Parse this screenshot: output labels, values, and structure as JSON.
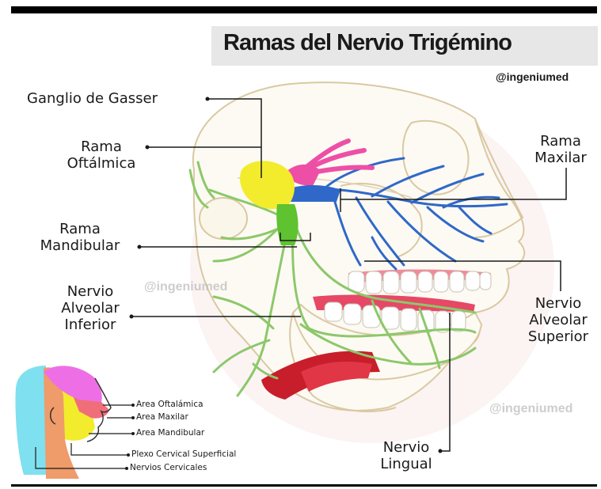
{
  "title": "Ramas del Nervio Trigémino",
  "handle": "@ingeniumed",
  "watermarks": [
    "@ingeniumed",
    "@ingeniumed"
  ],
  "labels": {
    "ganglio": "Ganglio de Gasser",
    "rama_oftalmica_1": "Rama",
    "rama_oftalmica_2": "Oftálmica",
    "rama_maxilar_1": "Rama",
    "rama_maxilar_2": "Maxilar",
    "rama_mandibular_1": "Rama",
    "rama_mandibular_2": "Mandibular",
    "nervio_alveolar_inf_1": "Nervio",
    "nervio_alveolar_inf_2": "Alveolar",
    "nervio_alveolar_inf_3": "Inferior",
    "nervio_alveolar_sup_1": "Nervio",
    "nervio_alveolar_sup_2": "Alveolar",
    "nervio_alveolar_sup_3": "Superior",
    "nervio_lingual_1": "Nervio",
    "nervio_lingual_2": "Lingual"
  },
  "legend": {
    "area_oftalmica": "Area Oftalámica",
    "area_maxilar": "Area Maxilar",
    "area_mandibular": "Area Mandibular",
    "plexo": "Plexo Cervical Superficial",
    "nervios": "Nervios Cervicales"
  },
  "colors": {
    "ophthalmic": "#ee4fa6",
    "maxillary": "#2f68c9",
    "mandibular": "#5fc231",
    "ganglion": "#f2ec2c",
    "nerve_green": "#8cc86a",
    "bone_outline": "#d9c9a2",
    "muscle_red": "#c81d2a",
    "legend_cyan": "#7fe0ef"
  }
}
